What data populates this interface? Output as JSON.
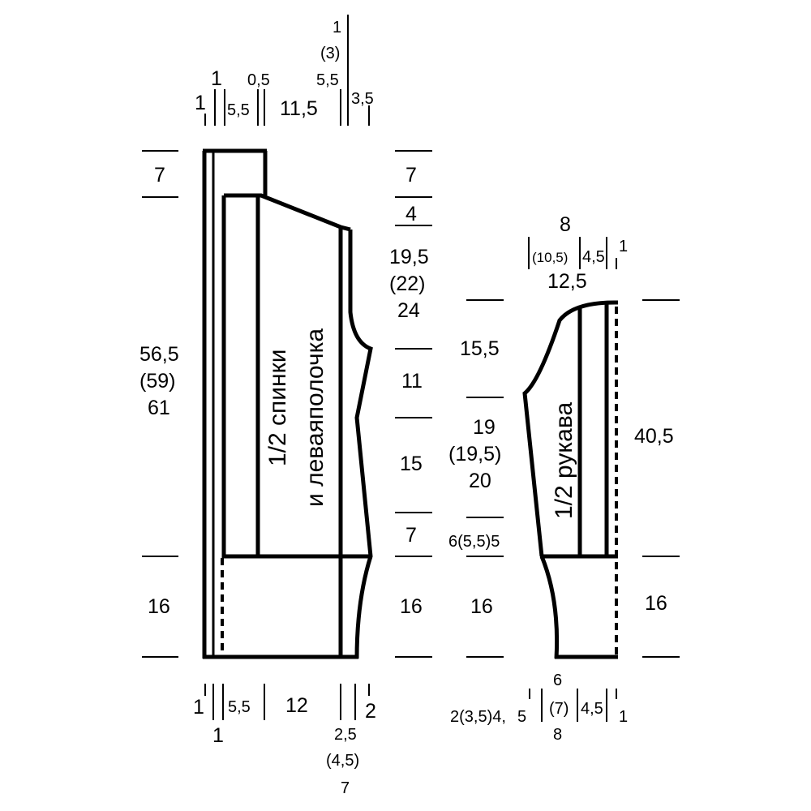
{
  "body_piece": {
    "label_line1": "1/2 спинки",
    "label_line2": "и леваяполочка",
    "top": {
      "a": "1",
      "b": "1",
      "c": "5,5",
      "d": "0,5",
      "e": "11,5",
      "f": "1",
      "g": "(3)",
      "h": "5,5",
      "i": "3,5"
    },
    "left": {
      "upper": "7",
      "main_1": "56,5",
      "main_2": "(59)",
      "main_3": "61",
      "bottom": "16"
    },
    "right": {
      "upper": "7",
      "shoulder": "4",
      "arm_1": "19,5",
      "arm_2": "(22)",
      "arm_3": "24",
      "waist": "11",
      "hip": "15",
      "low": "7",
      "bottom": "16"
    },
    "bottom": {
      "a": "1",
      "b": "1",
      "c": "5,5",
      "d": "12",
      "e": "2",
      "f": "2,5",
      "g": "(4,5)",
      "h": "7"
    }
  },
  "sleeve_piece": {
    "label": "1/2 рукава",
    "top": {
      "a": "8",
      "b": "(10,5)",
      "c": "4,5",
      "d": "1",
      "e": "12,5"
    },
    "left": {
      "cap": "15,5",
      "mid_1": "19",
      "mid_2": "(19,5)",
      "mid_3": "20",
      "low": "6(5,5)5",
      "bottom": "16"
    },
    "right": {
      "main": "40,5",
      "bottom": "16"
    },
    "bottom": {
      "a": "2(3,5)4,",
      "b": "5",
      "c": "6",
      "d": "(7)",
      "e": "8",
      "f": "4,5",
      "g": "1"
    }
  }
}
